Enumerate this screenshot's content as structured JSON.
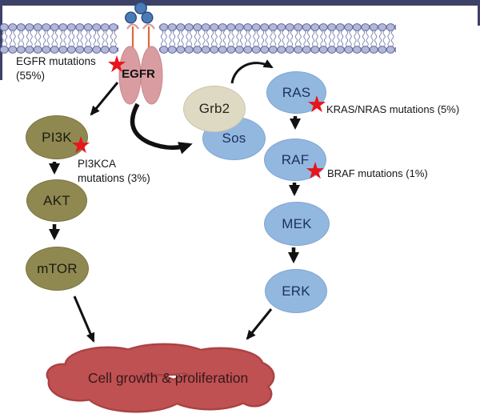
{
  "nodes": {
    "egfr": {
      "label": "EGFR"
    },
    "grb2": {
      "label": "Grb2"
    },
    "sos": {
      "label": "Sos"
    },
    "pi3k": {
      "label": "PI3K"
    },
    "akt": {
      "label": "AKT"
    },
    "mtor": {
      "label": "mTOR"
    },
    "ras": {
      "label": "RAS"
    },
    "raf": {
      "label": "RAF"
    },
    "mek": {
      "label": "MEK"
    },
    "erk": {
      "label": "ERK"
    },
    "outcome": {
      "label": "Cell growth & proliferation"
    }
  },
  "mutations": {
    "egfr": {
      "line1": "EGFR mutations",
      "line2": "(55%)"
    },
    "pi3kca": {
      "line1": "PI3KCA",
      "line2": "mutations (3%)"
    },
    "kras_nras": {
      "line1": "KRAS/NRAS mutations (5%)"
    },
    "braf": {
      "line1": "BRAF mutations (1%)"
    }
  },
  "connections": [
    {
      "from": "egf-ligand",
      "to": "egfr"
    },
    {
      "from": "egfr",
      "to": "pi3k"
    },
    {
      "from": "egfr",
      "to": "sos"
    },
    {
      "from": "grb2",
      "to": "ras"
    },
    {
      "from": "pi3k",
      "to": "akt"
    },
    {
      "from": "akt",
      "to": "mtor"
    },
    {
      "from": "mtor",
      "to": "outcome"
    },
    {
      "from": "ras",
      "to": "raf"
    },
    {
      "from": "raf",
      "to": "mek"
    },
    {
      "from": "mek",
      "to": "erk"
    },
    {
      "from": "erk",
      "to": "outcome"
    }
  ],
  "icons": {
    "mutation_star": "★"
  },
  "colors": {
    "top_bar": "#3d4067",
    "membrane_head": "#b2b8da",
    "membrane_head_outline": "#60659a",
    "membrane_tail": "#7a7fae",
    "receptor_fill": "#d99da1",
    "receptor_outline": "#c8878d",
    "receptor_stem": "#e2692f",
    "ligand_fill": "#4a7cb8",
    "left_pathway_fill": "#8f8850",
    "right_pathway_fill": "#93b8e0",
    "adapter_fill": "#ded9c3",
    "outcome_fill": "#c05152",
    "outcome_outline": "#ab4243",
    "mutation_star": "#e7151c",
    "arrow": "#111111"
  }
}
